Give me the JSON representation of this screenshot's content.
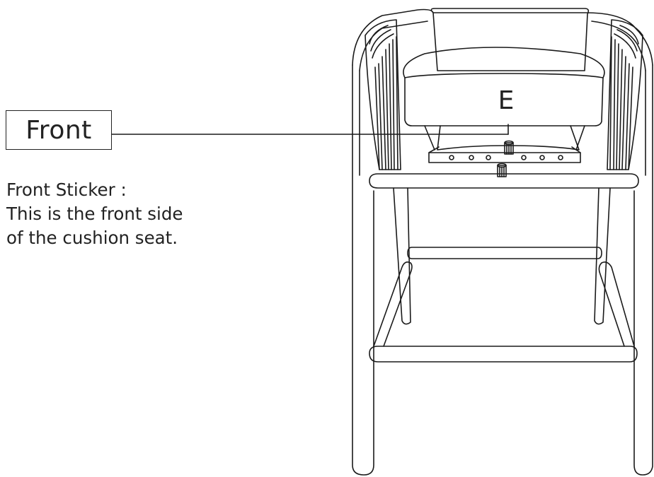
{
  "label": {
    "front": "Front",
    "part_letter": "E"
  },
  "note": {
    "line1": "Front Sticker :",
    "line2": "This is the front side",
    "line3": "of the cushion seat."
  }
}
